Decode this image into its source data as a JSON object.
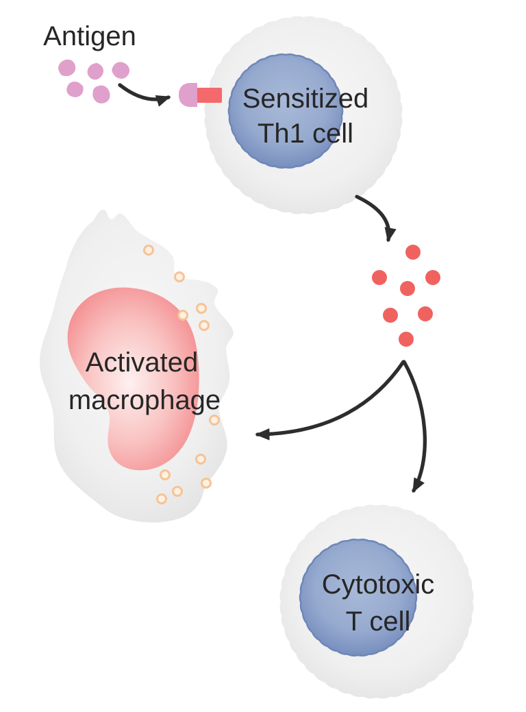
{
  "diagram": {
    "type": "immunology-pathway-diagram",
    "labels": {
      "antigen": "Antigen",
      "th1_cell": [
        "Sensitized",
        "Th1 cell"
      ],
      "macrophage": [
        "Activated",
        "macrophage"
      ],
      "t_cell": [
        "Cytotoxic",
        "T cell"
      ]
    },
    "counts": {
      "antigen_fragments": 5,
      "cytokine_dots": 7,
      "macrophage_granules": 11
    },
    "colors": {
      "background": "#ffffff",
      "text": "#262626",
      "arrow": "#2d2d2d",
      "cell_light": "#f8f8f8",
      "cell_mid": "#efefef",
      "cell_rim": "#e2e2e2",
      "blue_center": "#a9bad8",
      "blue_mid": "#96aacf",
      "blue_rim": "#7289ba",
      "blue_stroke": "#6e86b8",
      "pink_center": "#fdf1f0",
      "pink_mid": "#f9c2c1",
      "pink_rim": "#f48b8e",
      "antigen_pink": "#dfa0cb",
      "receptor_red": "#f4696b",
      "cytokine_red": "#f0625f",
      "granule_ring": "#f6c395",
      "granule_fill": "#fdf1e4"
    }
  }
}
